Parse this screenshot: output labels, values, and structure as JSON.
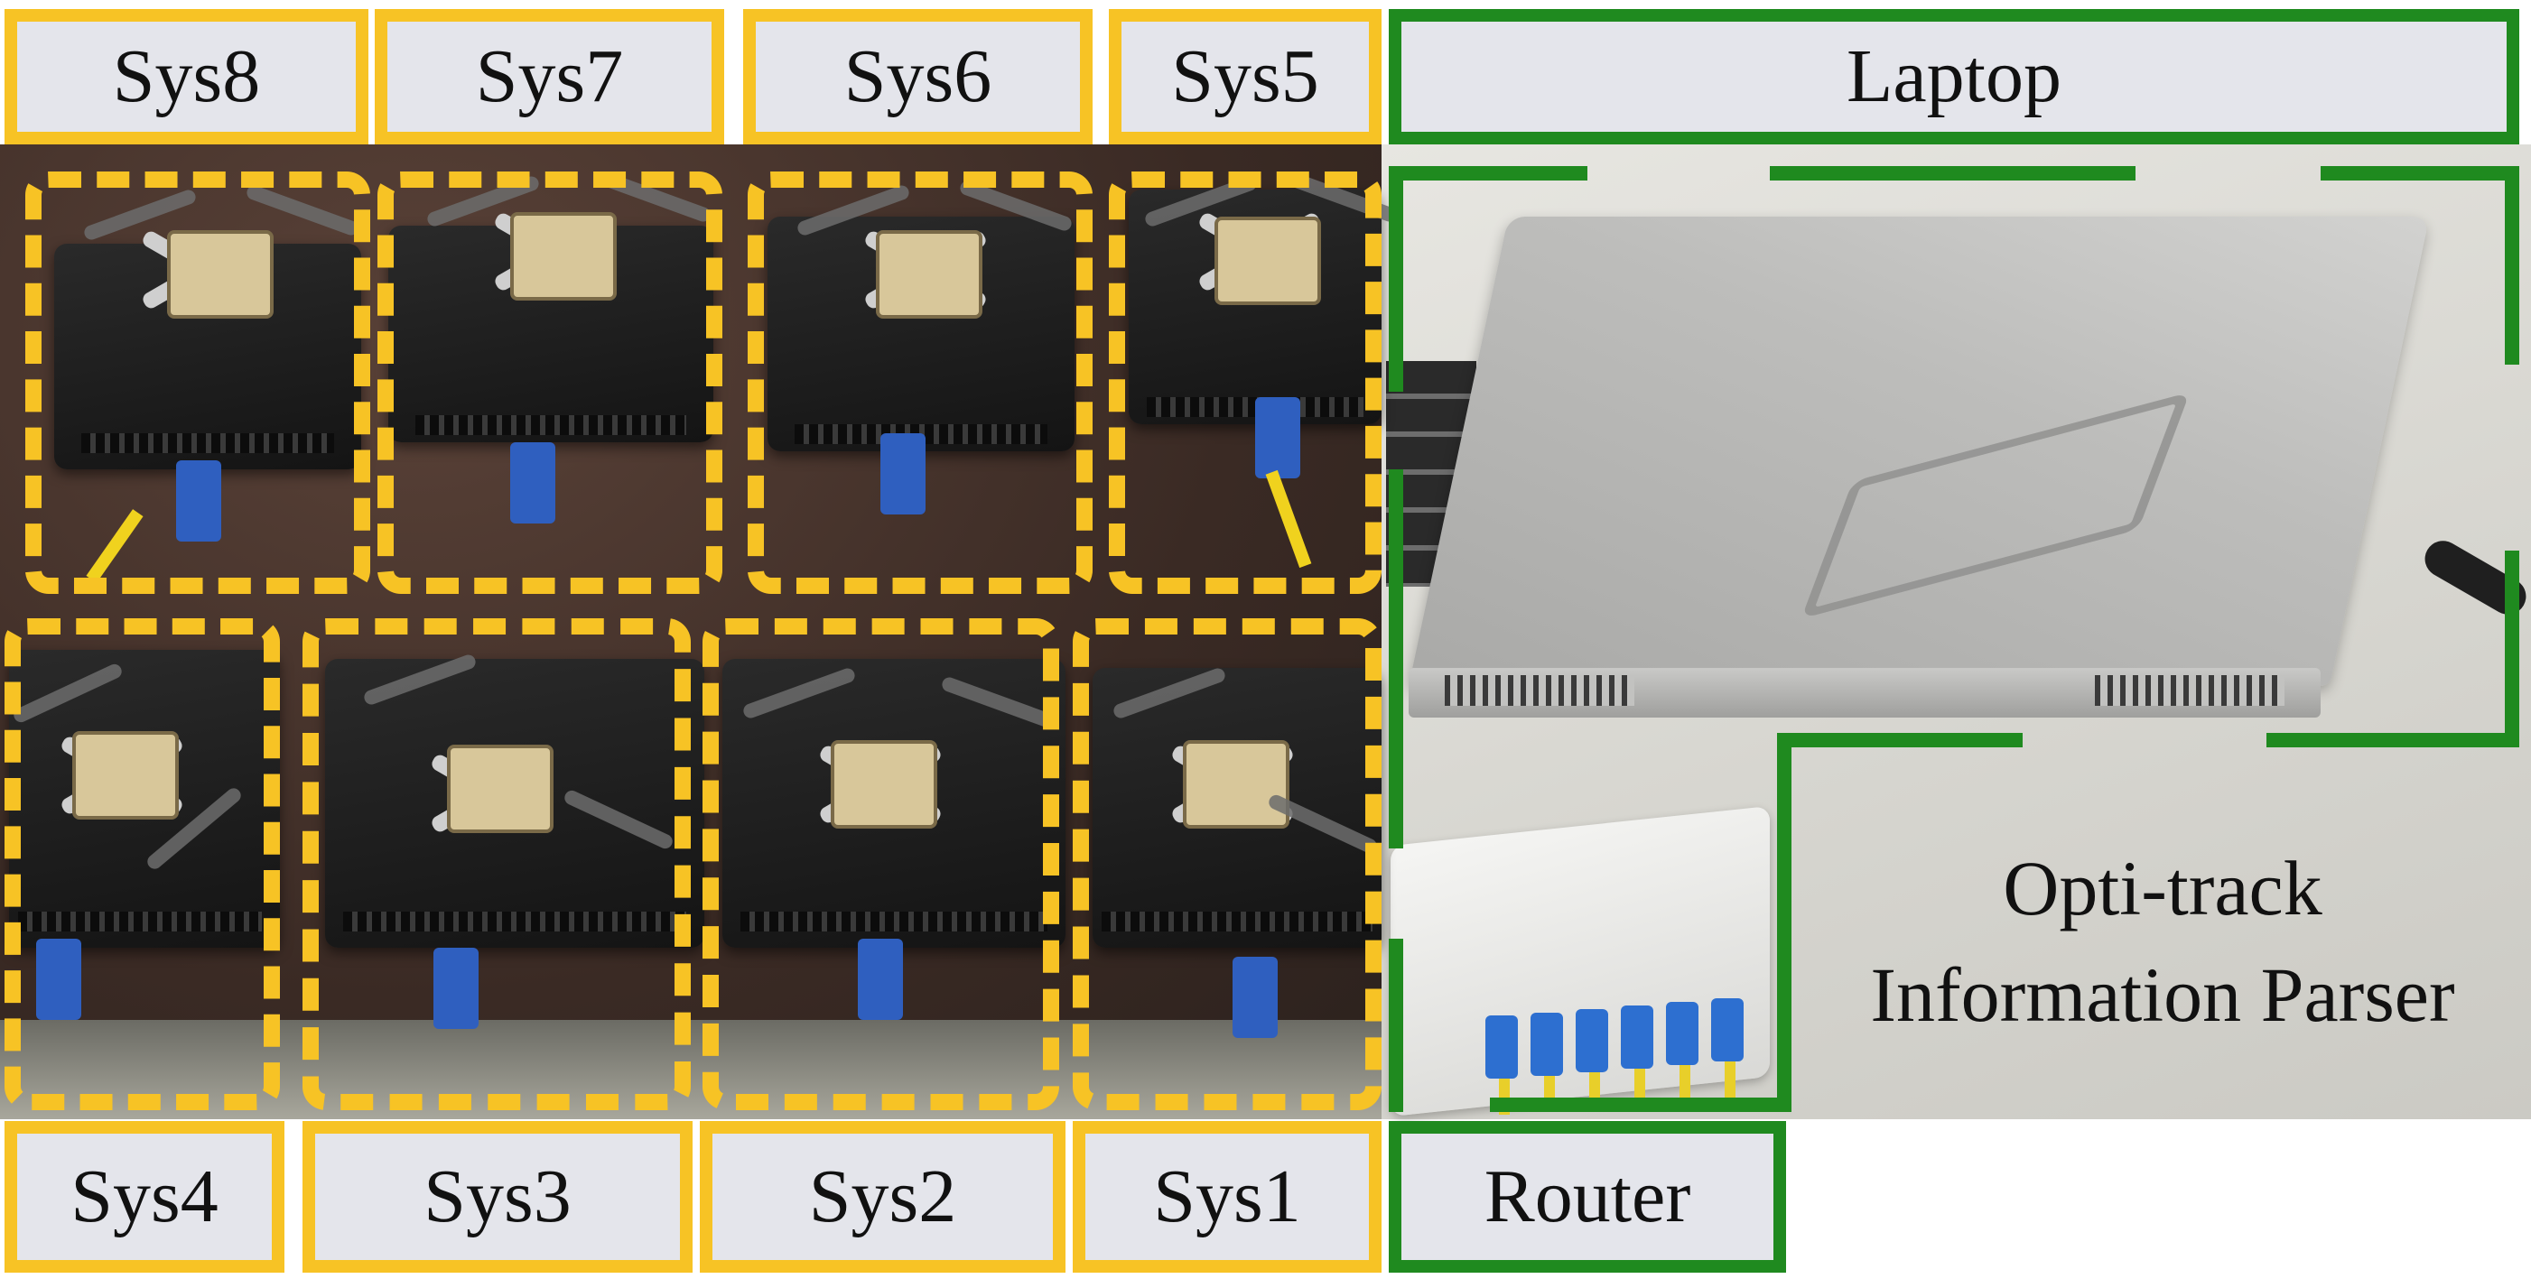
{
  "labels": {
    "sys8": "Sys8",
    "sys7": "Sys7",
    "sys6": "Sys6",
    "sys5": "Sys5",
    "sys4": "Sys4",
    "sys3": "Sys3",
    "sys2": "Sys2",
    "sys1": "Sys1",
    "laptop": "Laptop",
    "router": "Router",
    "parser_line1": "Opti-track",
    "parser_line2": "Information Parser"
  },
  "colors": {
    "system_outline": "#f7c325",
    "host_outline": "#1f8a1f",
    "label_fill": "#e4e5eb"
  }
}
